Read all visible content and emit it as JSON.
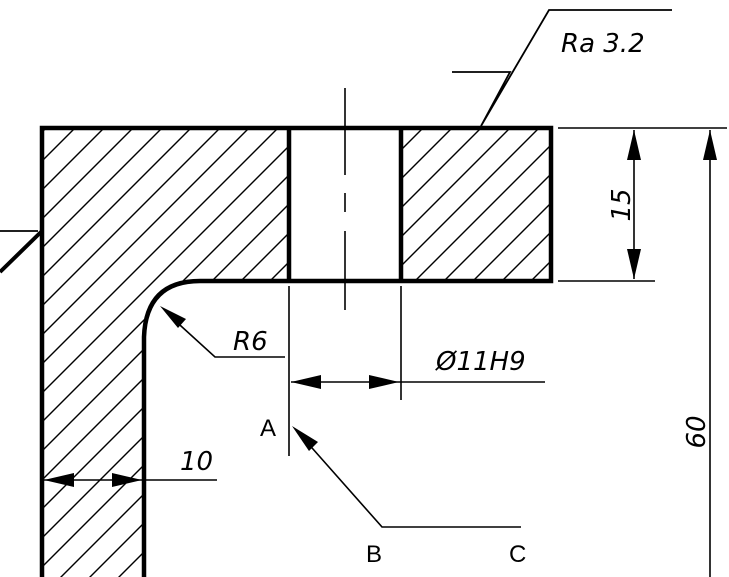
{
  "drawing": {
    "surface_finish": "Ra 3.2",
    "dimensions": {
      "thickness": "15",
      "height": "60",
      "fillet_radius": "R6",
      "hole_diameter": "Ø11H9",
      "wall_thickness": "10"
    },
    "labels": {
      "a": "A",
      "b": "B",
      "c": "C"
    },
    "colors": {
      "line": "#000000",
      "background": "#ffffff"
    }
  }
}
